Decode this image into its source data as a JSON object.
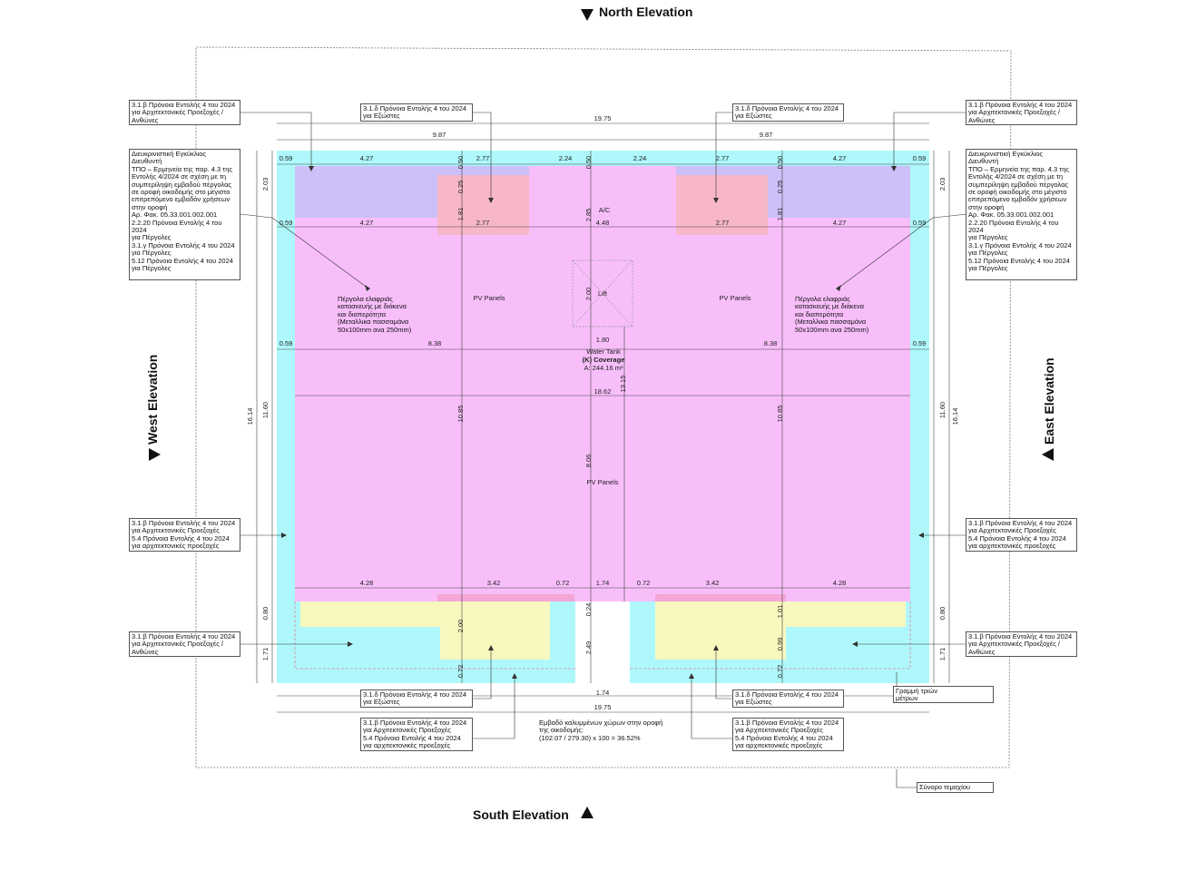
{
  "elevations": {
    "north": "North Elevation",
    "south": "South Elevation",
    "west": "West Elevation",
    "east": "East Elevation"
  },
  "dims": {
    "top_total": "19.75",
    "top_half_left": "9.87",
    "top_half_right": "9.87",
    "row1_edge_l": "0.59",
    "row1_a_l": "4.27",
    "row1_b_l": "2.77",
    "row1_c_l": "2.24",
    "row1_c_r": "2.24",
    "row1_b_r": "2.77",
    "row1_a_r": "4.27",
    "row1_edge_r": "0.59",
    "v050_l": "0.50",
    "v050_c": "0.50",
    "v050_r": "0.50",
    "v025_l": "0.25",
    "v025_r": "0.25",
    "v181_l": "1.81",
    "v181_r": "1.81",
    "v285": "2.85",
    "v203_l": "2.03",
    "v203_r": "2.03",
    "row2_edge_l": "0.59",
    "row2_a_l": "4.27",
    "row2_b_l": "2.77",
    "row2_c": "4.48",
    "row2_b_r": "2.77",
    "row2_a_r": "4.27",
    "row2_edge_r": "0.59",
    "lift_200": "2.00",
    "lift_180": "1.80",
    "row3_edge_l": "0.59",
    "row3_a_l": "8.38",
    "row3_a_r": "8.38",
    "row3_edge_r": "0.59",
    "v1315": "13.15",
    "h1862": "18.62",
    "v1085_l": "10.85",
    "v1085_r": "10.85",
    "v806": "8.06",
    "v1614_l": "16.14",
    "v1160_l": "11.60",
    "v1614_r": "16.14",
    "v1160_r": "11.60",
    "row4_a_l": "4.28",
    "row4_b_l": "3.42",
    "row4_c_l": "0.72",
    "row4_d": "1.74",
    "row4_c_r": "0.72",
    "row4_b_r": "3.42",
    "row4_a_r": "4.28",
    "v024": "0.24",
    "v249": "2.49",
    "v200_s": "2.00",
    "v101": "1.01",
    "v099": "0.99",
    "v072_l": "0.72",
    "v072_r": "0.72",
    "v080_l": "0.80",
    "v171_l": "1.71",
    "v080_r": "0.80",
    "v171_r": "1.71",
    "bottom_174": "1.74",
    "bottom_total": "19.75"
  },
  "labels": {
    "ac": "A/C",
    "lift": "Lift",
    "pv_left": "PV Panels",
    "pv_right": "PV Panels",
    "pv_center": "PV Panels",
    "water_tank": "Water Tank",
    "coverage": "(K) Coverage",
    "area": "A: 244.16 m²",
    "pergola_left": "Πέργολα ελαφριάς\nκατασκευής με διάκενα\nκαι διαπερότητα\n(Μεταλλικα πασσαμάνα\n50x100mm ανα 250mm)",
    "pergola_right": "Πέργολα ελαφριάς\nκατασκευής με διάκενα\nκαι διαπερότητα\n(Μεταλλικα πασσαμάνα\n50x100mm ανα 250mm)",
    "coverage_note": "Εμβαδό καλυμμένων χώρων στην οροφή\nτης οικοδομής:\n(102.07 / 279.30) x 100 = 36.52%"
  },
  "notes": {
    "tl_beta": "3.1.β Πρόνοια Εντολής 4 του 2024\nγια Αρχιτεκτονικές Προεξοχές /\nΑνθώνες",
    "top_delta_l": "3.1.δ Πρόνοια Εντολής 4 του 2024\nγια Εξώστες",
    "top_delta_r": "3.1.δ Πρόνοια Εντολής 4 του 2024\nγια Εξώστες",
    "tr_beta": "3.1.β Πρόνοια Εντολής 4 του 2024\nγια Αρχιτεκτονικές Προεξοχές /\nΑνθώνες",
    "left_circular": "Διευκρινιστική Εγκύκλιος\nΔιευθυντή\nΤΠΟ – Ερμηνεία της παρ. 4.3 της\nΕντολής 4/2024 σε σχέση με τη\nσυμπερίληψη εμβαδού πέργολας\nσε οροφή οικοδομής στο μέγιστο\nεπιτρεπόμενο εμβαδόν χρήσεων\nστην οροφή\nΑρ. Φακ. 05.33.001.002.001\n2.2.20 Πρόνοια Εντολής 4 του\n2024\nγια Πέργολες\n3.1.γ Πρόνοια Εντολής 4 του 2024\nγια Πέργολες\n5.12 Πρόνοια Εντολής 4 του 2024\nγια Πέργολες",
    "right_circular": "Διευκρινιστική Εγκύκλιος\nΔιευθυντή\nΤΠΟ – Ερμηνεία της παρ. 4.3 της\nΕντολής 4/2024 σε σχέση με τη\nσυμπερίληψη εμβαδού πέργολας\nσε οροφή οικοδομής στο μέγιστο\nεπιτρεπόμενο εμβαδόν χρήσεων\nστην οροφή\nΑρ. Φακ. 05.33.001.002.001\n2.2.20 Πρόνοια Εντολής 4 του\n2024\nγια Πέργολες\n3.1.γ Πρόνοια Εντολής 4 του 2024\nγια Πέργολες\n5.12 Πρόνοια Εντολής 4 του 2024\nγια Πέργολες",
    "ml_beta": "3.1.β Πρόνοια Εντολής 4 του 2024\nγια Αρχιτεκτονικές Προεξοχές\n5.4 Πρόνοια Εντολής 4 του 2024\nγια αρχιτεκτονικές προεξοχές",
    "mr_beta": "3.1.β Πρόνοια Εντολής 4 του 2024\nγια Αρχιτεκτονικές Προεξοχές\n5.4 Πρόνοια Εντολής 4 του 2024\nγια αρχιτεκτονικές προεξοχές",
    "bl_beta": "3.1.β Πρόνοια Εντολής 4 του 2024\nγια Αρχιτεκτονικές Προεξοχές /\nΑνθώνες",
    "br_beta": "3.1.β Πρόνοια Εντολής 4 του 2024\nγια Αρχιτεκτονικές Προεξοχές /\nΑνθώνες",
    "bottom_delta_l": "3.1.δ Πρόνοια Εντολής 4 του 2024\nγια Εξώστες",
    "bottom_delta_r": "3.1.δ Πρόνοια Εντολής 4 του 2024\nγια Εξώστες",
    "bottom_beta_l": "3.1.β Πρόνοια Εντολής 4 του 2024\nγια Αρχιτεκτονικές Προεξοχές\n5.4 Πρόνοια Εντολής 4 του 2024\nγια αρχιτεκτονικές προεξοχές",
    "bottom_beta_r": "3.1.β Πρόνοια Εντολής 4 του 2024\nγια Αρχιτεκτονικές Προεξοχές\n5.4 Πρόνοια Εντολής 4 του 2024\nγια αρχιτεκτονικές προεξοχές",
    "three_metre_line": "Γραμμή τριών\nμέτρων",
    "plot_boundary": "Σύνορο τεμαχίου"
  },
  "colors": {
    "setback": "#aef8fb",
    "roof": "#f8befa",
    "pergola": "#cdbff7",
    "pink_box": "#f7b7c8",
    "yellow": "#f8f8be"
  }
}
